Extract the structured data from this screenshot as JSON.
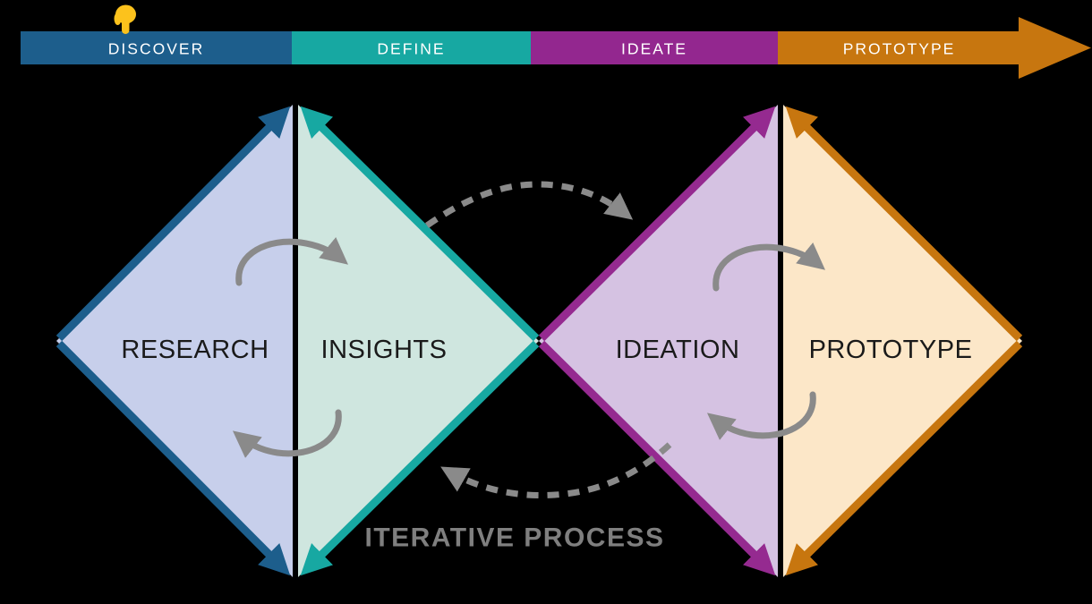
{
  "title": "Double Diamond design process diagram",
  "background_color": "#000000",
  "timeline": {
    "phases": [
      {
        "label": "DISCOVER",
        "color": "#1d5e8c"
      },
      {
        "label": "DEFINE",
        "color": "#17a8a2"
      },
      {
        "label": "IDEATE",
        "color": "#93278f"
      },
      {
        "label": "PROTOTYPE",
        "color": "#c7760f"
      }
    ],
    "label_color": "#ffffff",
    "arrowhead_color": "#c7760f",
    "pointer_icon": "backhand-index-pointing-down-emoji",
    "pointer_color": "#fcc21c"
  },
  "diamonds": [
    {
      "id": "discover-define",
      "left_half": {
        "label": "RESEARCH",
        "fill": "#c7cfeb",
        "border": "#1d5e8c"
      },
      "right_half": {
        "label": "INSIGHTS",
        "fill": "#cfe6df",
        "border": "#17a8a2"
      }
    },
    {
      "id": "ideate-prototype",
      "left_half": {
        "label": "IDEATION",
        "fill": "#d5c2e2",
        "border": "#952a90"
      },
      "right_half": {
        "label": "PROTOTYPE",
        "fill": "#fce7c8",
        "border": "#c7760f"
      }
    }
  ],
  "diamond_label_color": "#1a1a1a",
  "iteration": {
    "label": "ITERATIVE PROCESS",
    "label_color": "#7f7f7f",
    "arrow_color": "#8a8a8a"
  }
}
